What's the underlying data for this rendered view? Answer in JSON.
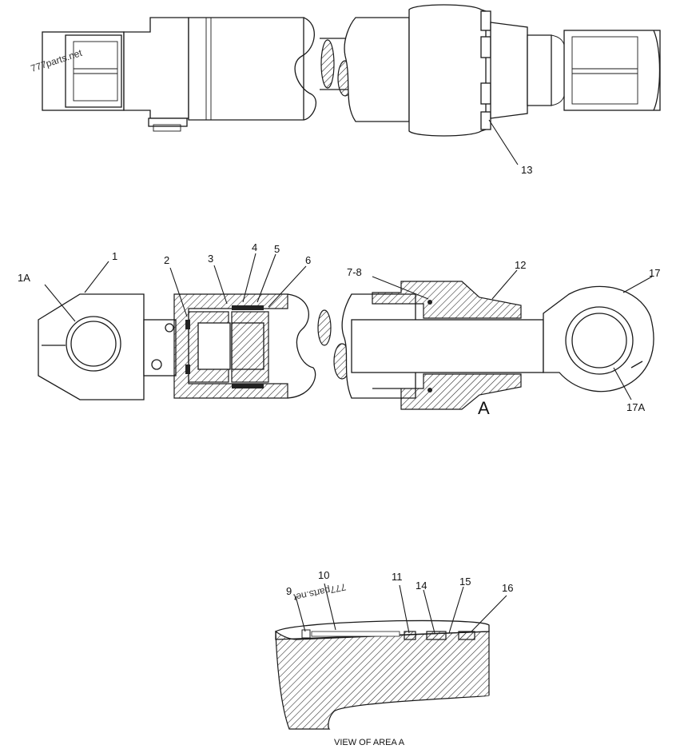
{
  "watermark_1": "777parts.net",
  "watermark_2": "777parts.net",
  "view_marker": "A",
  "caption": "VIEW OF AREA A",
  "callouts": {
    "c13": "13",
    "c1": "1",
    "c1A": "1A",
    "c2": "2",
    "c3": "3",
    "c4": "4",
    "c5": "5",
    "c6": "6",
    "c7_8": "7-8",
    "c12": "12",
    "c17": "17",
    "c17A": "17A",
    "c9": "9",
    "c10": "10",
    "c11": "11",
    "c14": "14",
    "c15": "15",
    "c16": "16"
  }
}
